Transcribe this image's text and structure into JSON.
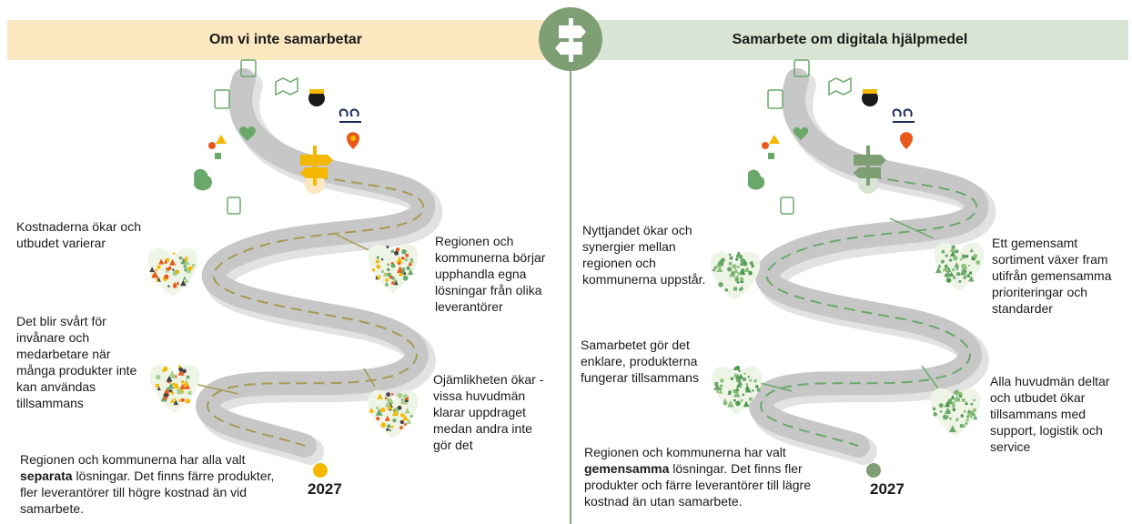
{
  "header": {
    "left_title": "Om vi inte samarbetar",
    "right_title": "Samarbete om digitala hjälpmedel"
  },
  "icons": [
    "clipboard-icon",
    "map-icon",
    "mask-icon",
    "document-icon",
    "chain-icon",
    "heart-icon",
    "location-pin-icon",
    "shapes-icon",
    "signpost-icon",
    "leaf-icon",
    "file-icon"
  ],
  "left": {
    "notes": [
      "Kostnaderna ökar och utbudet varierar",
      "Regionen och kommunerna börjar upphandla egna lösningar från olika leverantörer",
      "Det blir svårt för invånare och medarbetare när många produkter inte kan användas tillsammans",
      "Ojämlikheten ökar - vissa huvudmän klarar uppdraget medan andra inte gör det"
    ],
    "conclusion_pre": "Regionen och kommunerna har alla valt ",
    "conclusion_bold": "separata",
    "conclusion_post": " lösningar. Det finns färre produkter, fler leverantörer till högre kostnad än vid samarbete.",
    "year": "2027",
    "accent": "#f5b800"
  },
  "right": {
    "notes": [
      "Nyttjandet ökar och synergier mellan regionen och kommunerna uppstår.",
      "Ett gemensamt sortiment växer fram utifrån gemensamma prioriteringar och standarder",
      "Samarbetet gör det enklare, produkterna fungerar tillsammans",
      "Alla huvudmän deltar och utbudet ökar tillsammans med support, logistik och service"
    ],
    "conclusion_pre": "Regionen och kommunerna har valt ",
    "conclusion_bold": "gemensamma",
    "conclusion_post": " lösningar. Det finns fler produkter och färre leverantörer till lägre kostnad än utan samarbete.",
    "year": "2027",
    "accent": "#7e9e74"
  }
}
